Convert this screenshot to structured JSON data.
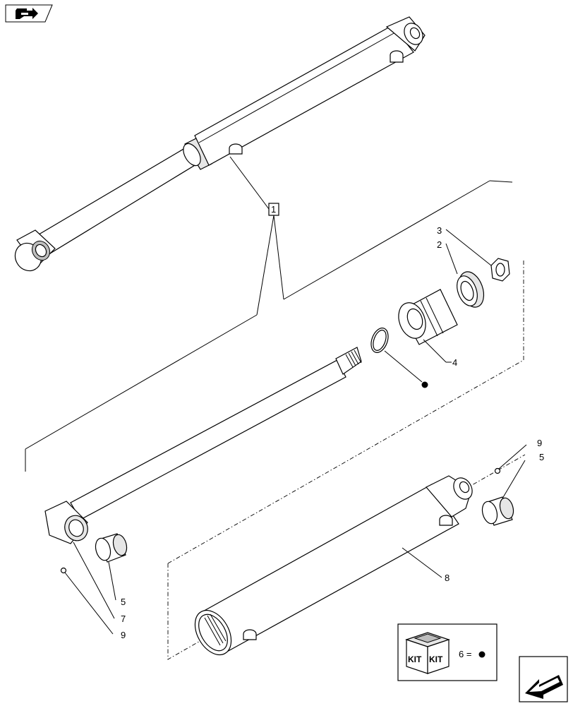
{
  "callouts": {
    "c1": "1",
    "c2": "2",
    "c3": "3",
    "c4": "4",
    "c5a": "5",
    "c5b": "5",
    "c7": "7",
    "c8": "8",
    "c9a": "9",
    "c9b": "9"
  },
  "kit": {
    "label_left": "KIT",
    "label_right": "KIT",
    "legend_text": "6 ="
  },
  "icons": {
    "top_left": "document-arrow-icon",
    "bottom_right": "next-page-arrow-icon"
  }
}
